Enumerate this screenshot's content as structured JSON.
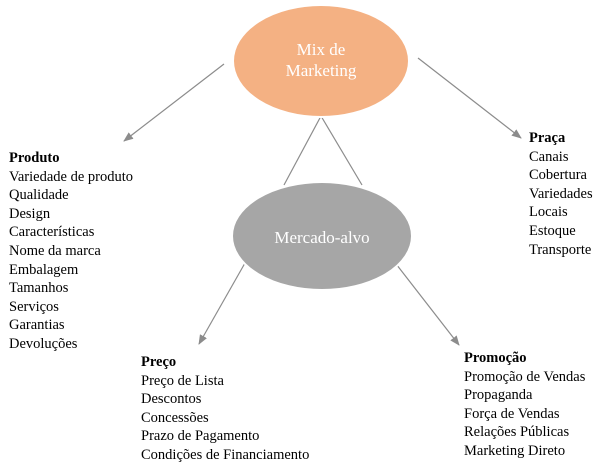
{
  "center_top": {
    "label_line1": "Mix de",
    "label_line2": "Marketing",
    "fill": "#f4b183"
  },
  "center_mid": {
    "label": "Mercado-alvo",
    "fill": "#a6a6a6"
  },
  "connector_color": "#8c8c8c",
  "groups": {
    "produto": {
      "title": "Produto",
      "items": [
        "Variedade de produto",
        "Qualidade",
        "Design",
        "Características",
        "Nome da marca",
        "Embalagem",
        "Tamanhos",
        "Serviços",
        "Garantias",
        "Devoluções"
      ]
    },
    "praca": {
      "title": "Praça",
      "items": [
        "Canais",
        "Cobertura",
        "Variedades",
        "Locais",
        "Estoque",
        "Transporte"
      ]
    },
    "preco": {
      "title": "Preço",
      "items": [
        "Preço de Lista",
        "Descontos",
        "Concessões",
        "Prazo de Pagamento",
        "Condições de Financiamento"
      ]
    },
    "promocao": {
      "title": "Promoção",
      "items": [
        "Promoção de Vendas",
        "Propaganda",
        "Força de Vendas",
        "Relações Públicas",
        "Marketing Direto"
      ]
    }
  }
}
